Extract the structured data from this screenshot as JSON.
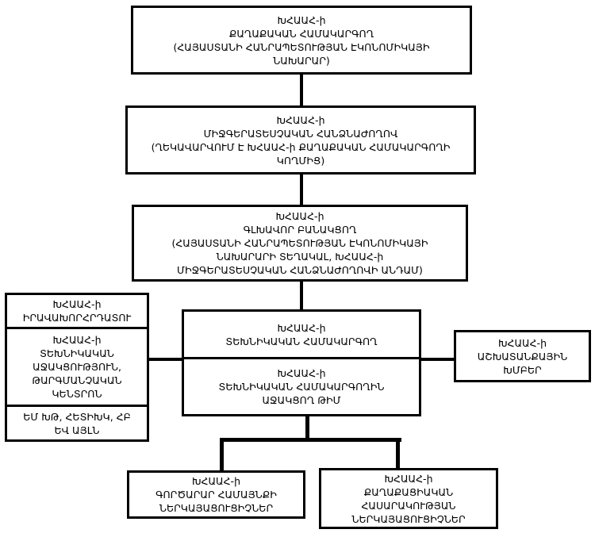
{
  "colors": {
    "ink": "#000000",
    "background": "#ffffff"
  },
  "diagram": {
    "type": "org-chart",
    "nodes": {
      "political_coordinator": {
        "text": "ԽՀԱԱՀ-ի\nՔԱՂԱՔԱԿԱՆ ՀԱՄԱԿԱՐԳՈՂ\n(ՀԱՅԱՍՏԱՆԻ ՀԱՆՐԱՊԵՏՈՒԹՅԱՆ ԷԿՈՆՈՄԻԿԱՅԻ\nՆԱԽԱՐԱՐ)"
      },
      "interministerial_commission": {
        "text": "ԽՀԱԱՀ-ի\nՄԻՋԳԵՐԱՏԵՍՉԱԿԱՆ ՀԱՆՁՆԱԺՈՂՈՎ\n(ՂԵԿԱՎԱՐՎՈՒՄ Է ԽՀԱԱՀ-ի ՔԱՂԱՔԱԿԱՆ ՀԱՄԱԿԱՐԳՈՂԻ\nԿՈՂՄԻՑ)"
      },
      "chief_negotiator": {
        "text": "ԽՀԱԱՀ-ի\nԳԼԽԱՎՈՐ ԲԱՆԱԿՑՈՂ\n(ՀԱՅԱՍՏԱՆԻ ՀԱՆՐԱՊԵՏՈՒԹՅԱՆ ԷԿՈՆՈՄԻԿԱՅԻ\nՆԱԽԱՐԱՐԻ ՏԵՂԱԿԱԼ, ԽՀԱԱՀ-ի\nՄԻՋԳԵՐԱՏԵՍՉԱԿԱՆ ՀԱՆՁՆԱԺՈՂՈՎԻ ԱՆԴԱՄ)"
      },
      "technical_coordinator": {
        "text": "ԽՀԱԱՀ-ի\nՏԵԽՆԻԿԱԿԱՆ ՀԱՄԱԿԱՐԳՈՂ"
      },
      "support_team": {
        "text": "ԽՀԱԱՀ-ի\nՏԵԽՆԻԿԱԿԱՆ ՀԱՄԱԿԱՐԳՈՂԻՆ\nԱՋԱԿՑՈՂ ԹԻՄ"
      },
      "legal_advisor": {
        "text": "ԽՀԱԱՀ-ի\nԻՐԱՎԱԽՈՐՀՐԴԱՏՈՒ"
      },
      "technical_assistance": {
        "text": "ԽՀԱԱՀ-ի\nՏԵԽՆԻԿԱԿԱՆ\nԱՋԱԿՑՈՒԹՅՈՒՆ,\nԹԱՐԳՄԱՆՉԱԿԱՆ\nԿԵՆՏՐՈՆ"
      },
      "donors": {
        "text": "ԵՄ ԽԹ, ՀԵՏԻԽԿ, ՀԲ\nԵՎ ԱՅԼՆ"
      },
      "working_groups": {
        "text": "ԽՀԱԱՀ-ի\nԱՇԽԱՏԱՆՔԱՅԻՆ\nԽՄԲԵՐ"
      },
      "business_community": {
        "text": "ԽՀԱԱՀ-ի\nԳՈՐԾԱՐԱՐ ՀԱՄԱՅՆՔԻ\nՆԵՐԿԱՅԱՑՈՒՑԻՉՆԵՐ"
      },
      "civil_society": {
        "text": "ԽՀԱԱՀ-ի\nՔԱՂԱՔԱՑԻԱԿԱՆ\nՀԱՍԱՐԱԿՈՒԹՅԱՆ\nՆԵՐԿԱՅԱՑՈՒՑԻՉՆԵՐ"
      }
    },
    "edges": [
      {
        "from": "political_coordinator",
        "to": "interministerial_commission"
      },
      {
        "from": "interministerial_commission",
        "to": "chief_negotiator"
      },
      {
        "from": "chief_negotiator",
        "to": "technical_coordinator"
      },
      {
        "from": "technical_assistance",
        "to": "technical_coordinator"
      },
      {
        "from": "technical_coordinator",
        "to": "working_groups"
      },
      {
        "from": "support_team",
        "to": "business_community"
      },
      {
        "from": "support_team",
        "to": "civil_society"
      }
    ]
  }
}
